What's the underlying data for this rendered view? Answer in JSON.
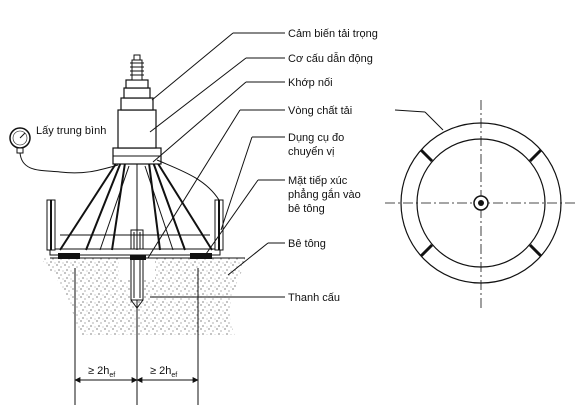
{
  "labels": {
    "load_sensor": "Cảm biến tải trọng",
    "drive_mechanism": "Cơ cấu dẫn động",
    "coupling": "Khớp nối",
    "loading_ring": "Vòng chất tải",
    "gauge_average": "Lấy trung bình",
    "displacement_tool_line1": "Dụng cụ đo",
    "displacement_tool_line2": "chuyển vị",
    "contact_surface_line1": "Mặt tiếp xúc",
    "contact_surface_line2": "phẳng gắn vào",
    "contact_surface_line3": "bê tông",
    "concrete": "Bê tông",
    "anchor_rod": "Thanh cấu",
    "dim_left": "≥ 2h",
    "dim_left_sub": "ef",
    "dim_right": "≥ 2h",
    "dim_right_sub": "ef"
  },
  "colors": {
    "line": "#111111",
    "background": "#ffffff"
  }
}
